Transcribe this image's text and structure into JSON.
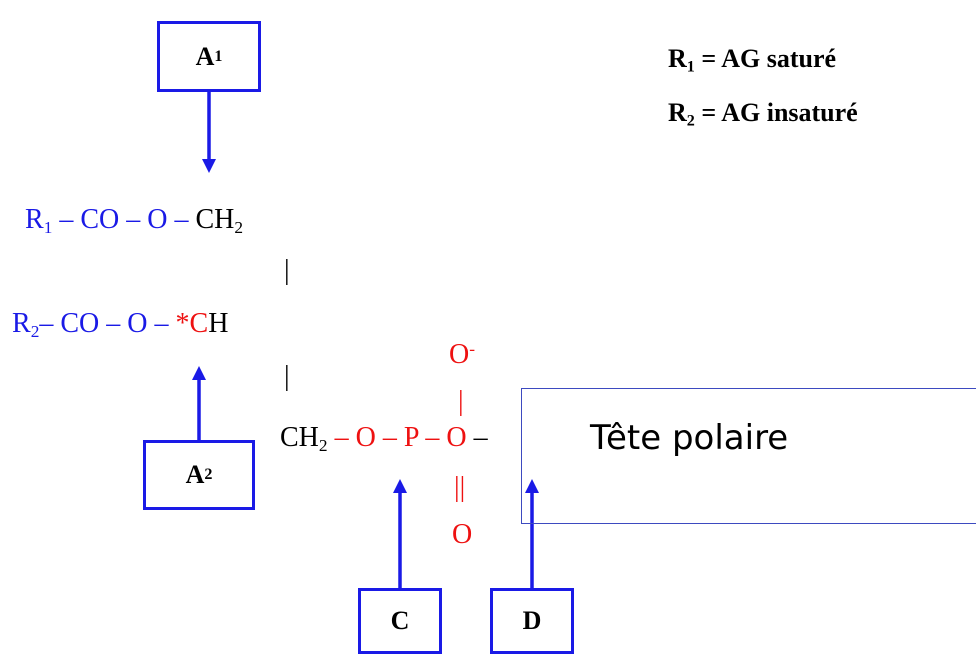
{
  "colors": {
    "enzyme_blue": "#1a1ae6",
    "highlight_red": "#ee1111",
    "text_black": "#000000"
  },
  "legend": [
    {
      "symbol": "R",
      "sub": "1",
      "text": " = AG saturé"
    },
    {
      "symbol": "R",
      "sub": "2",
      "text": " = AG insaturé"
    }
  ],
  "sites": {
    "a1": {
      "main": "A",
      "sub": "1"
    },
    "a2": {
      "main": "A",
      "sub": "2"
    },
    "c": {
      "main": "C"
    },
    "d": {
      "main": "D"
    }
  },
  "molecule": {
    "row1": {
      "r": "R",
      "r_sub": "1",
      "link": " – CO – O – ",
      "ch": "CH",
      "ch_sub": "2"
    },
    "row2": {
      "r": "R",
      "r_sub": "2",
      "link": "– CO – O – ",
      "star_c": "*C",
      "h": "H"
    },
    "row3": {
      "ch": "CH",
      "ch_sub": "2",
      "o1": " – O – P – ",
      "o2": "O",
      "tail": " –"
    },
    "bond_single": "|",
    "bond_double": "||",
    "phosphate_top": {
      "o": "O",
      "charge": "-"
    },
    "phosphate_bottom": "O"
  },
  "callout": {
    "text": "Tête polaire"
  }
}
